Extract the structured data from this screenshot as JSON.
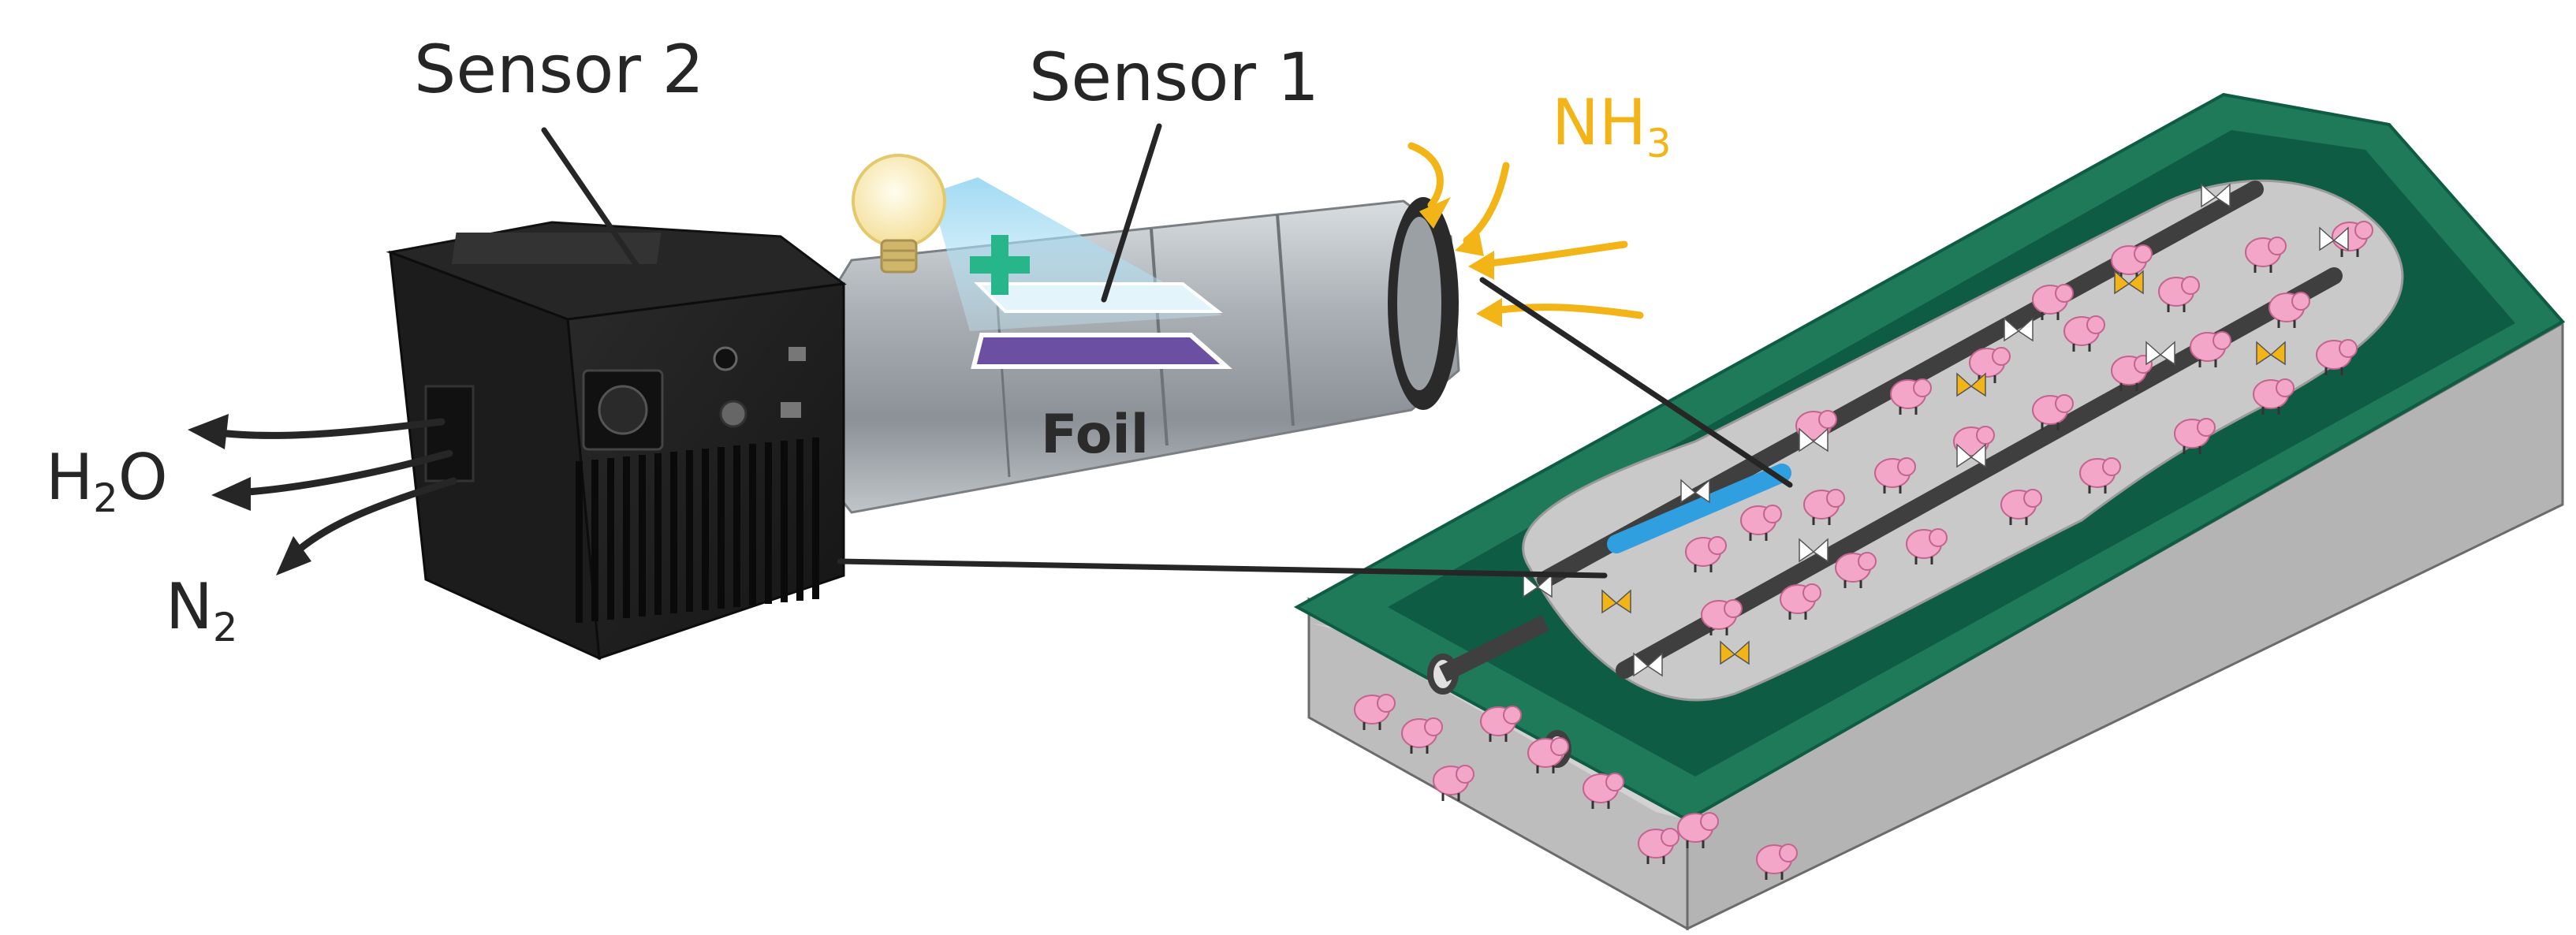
{
  "labels": {
    "sensor2": "Sensor 2",
    "sensor1": "Sensor 1",
    "foil": "Foil",
    "nh3": {
      "base": "NH",
      "sub": "3"
    },
    "h2o": {
      "pre": "H",
      "sub": "2",
      "post": "O"
    },
    "n2": {
      "base": "N",
      "sub": "2"
    }
  },
  "colors": {
    "text": "#262626",
    "nh3": "#f2b417",
    "roof": "#1f7a5a",
    "roof_dark": "#0f5c44",
    "floor": "#c8c8c8",
    "pipe": "#4a4a4a",
    "pipe_highlight": "#2f9fe0",
    "pig": "#f3a6c7",
    "plus": "#27b58a",
    "foil": "#6a4fa3"
  },
  "icons": [
    "light-bulb-icon",
    "plus-icon",
    "pig-icon",
    "butterfly-icon"
  ]
}
